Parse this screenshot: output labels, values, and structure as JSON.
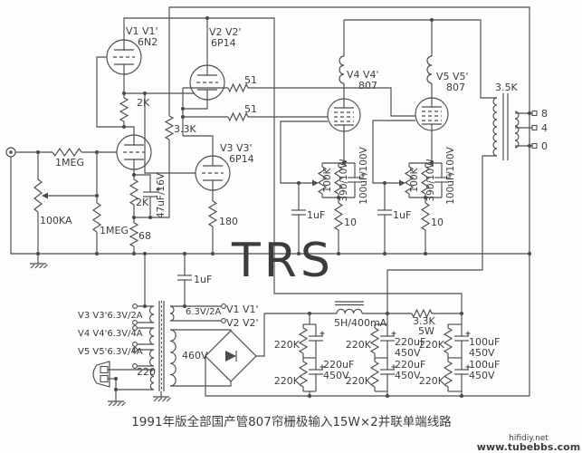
{
  "caption": "1991年版全部国产管807帘栅极输入15W×2并联单端线路",
  "watermarks": {
    "trs": "TRS",
    "site_top": "hifidiy.net",
    "site_bottom": "www.tubebbs.com"
  },
  "tubes": {
    "v1": {
      "name": "V1 V1'",
      "type": "6N2"
    },
    "v2": {
      "name": "V2 V2'",
      "type": "6P14"
    },
    "v3": {
      "name": "V3 V3'",
      "type": "6P14"
    },
    "v4": {
      "name": "V4 V4'",
      "type": "807"
    },
    "v5": {
      "name": "V5 V5'",
      "type": "807"
    }
  },
  "input_stage": {
    "r_series": "1MEG",
    "volume_pot": "100KA",
    "r_grid": "1MEG",
    "r_plate": "2K",
    "r_feedback": "3.3K",
    "r_cathode": "2K",
    "c_cathode": "47uF/16V",
    "r_tail": "68"
  },
  "driver_stage": {
    "r_cathode": "180",
    "r_screen_a": "51",
    "r_screen_b": "51"
  },
  "output_stage": {
    "pot_bias": "100K",
    "r_cathode": "390/10W",
    "c_cathode": "100uF/100V",
    "r_meter": "10",
    "c_coupling": "1uF"
  },
  "output_transformer": {
    "primary": "3.5K",
    "tap_8": "8",
    "tap_4": "4",
    "tap_0": "0"
  },
  "psu": {
    "heater_v3": "V3 V3'6.3V/2A",
    "heater_v4": "V4 V4'6.3V/4A",
    "heater_v5": "V5 V5'6.3V/4A",
    "mains": "220",
    "heater_right": "6.3V/2A",
    "heater_right_t1": "V1 V1'",
    "heater_right_t2": "V2 V2'",
    "ht": "460V",
    "c_heater": "1uF",
    "choke": "5H/400mA",
    "r_drop": "3.3K",
    "r_drop_power": "5W",
    "r_bleed": "220K",
    "c_filter": "220uF",
    "c_filter2": "100uF",
    "v_rating": "450V"
  }
}
